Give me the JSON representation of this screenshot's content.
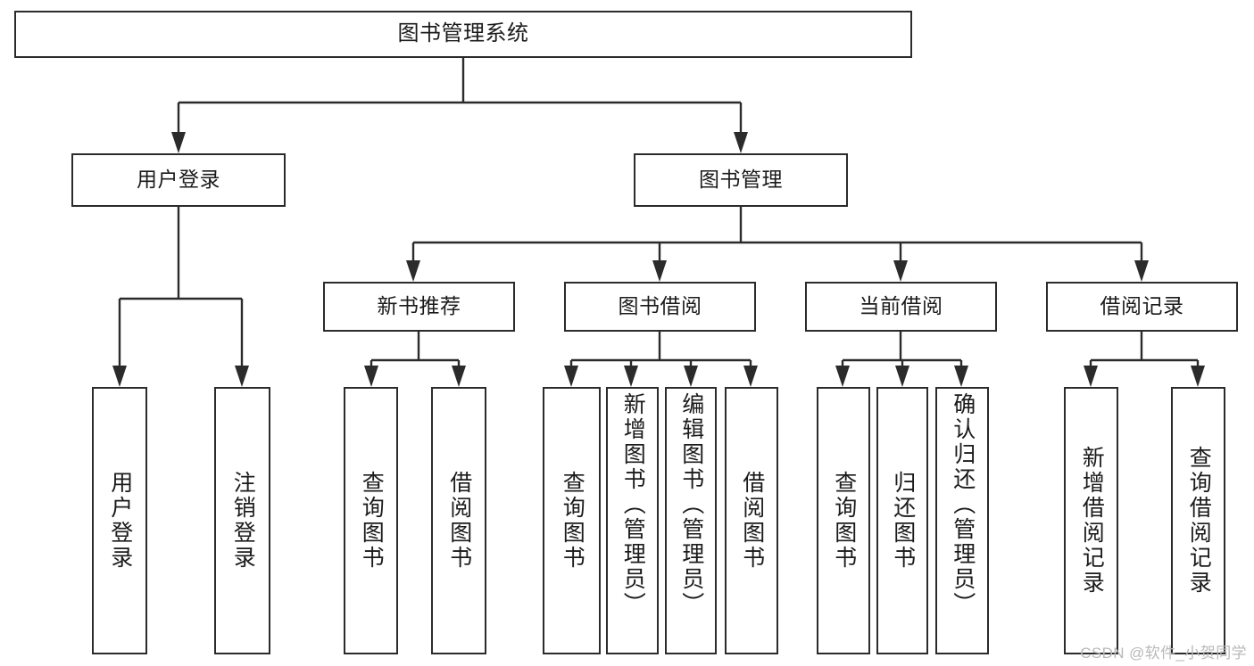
{
  "diagram": {
    "type": "tree-hierarchy",
    "title": "图书管理系统",
    "watermark": "CSDN @软件_小贺同学",
    "colors": {
      "stroke": "#2b2b2b",
      "background": "#ffffff",
      "text": "#1b1b1b",
      "watermark": "#b9b9b9"
    },
    "levels": {
      "root": "图书管理系统",
      "level2": [
        "用户登录",
        "图书管理"
      ],
      "level3": [
        "新书推荐",
        "图书借阅",
        "当前借阅",
        "借阅记录"
      ],
      "level4": [
        "用户登录",
        "注销登录",
        "查询图书",
        "借阅图书",
        "查询图书",
        "新增图书（管理员）",
        "编辑图书（管理员）",
        "借阅图书",
        "查询图书",
        "归还图书",
        "确认归还（管理员）",
        "新增借阅记录",
        "查询借阅记录"
      ]
    },
    "nodes": {
      "root": {
        "label": "图书管理系统"
      },
      "user_login": {
        "label": "用户登录"
      },
      "book_manage": {
        "label": "图书管理"
      },
      "new_book_rec": {
        "label": "新书推荐"
      },
      "book_borrow": {
        "label": "图书借阅"
      },
      "current_borrow": {
        "label": "当前借阅"
      },
      "borrow_record": {
        "label": "借阅记录"
      },
      "leaf_user_login": {
        "label": "用户登录"
      },
      "leaf_user_logout": {
        "label": "注销登录"
      },
      "leaf_query_book_1": {
        "label": "查询图书"
      },
      "leaf_borrow_book_1": {
        "label": "借阅图书"
      },
      "leaf_query_book_2": {
        "label": "查询图书"
      },
      "leaf_add_book": {
        "label": "新增图书（管理员）"
      },
      "leaf_edit_book": {
        "label": "编辑图书（管理员）"
      },
      "leaf_borrow_book_2": {
        "label": "借阅图书"
      },
      "leaf_query_book_3": {
        "label": "查询图书"
      },
      "leaf_return_book": {
        "label": "归还图书"
      },
      "leaf_confirm_return": {
        "label": "确认归还（管理员）"
      },
      "leaf_add_record": {
        "label": "新增借阅记录"
      },
      "leaf_query_record": {
        "label": "查询借阅记录"
      }
    },
    "edges": [
      {
        "from": "root",
        "to": "user_login"
      },
      {
        "from": "root",
        "to": "book_manage"
      },
      {
        "from": "user_login",
        "to": "leaf_user_login"
      },
      {
        "from": "user_login",
        "to": "leaf_user_logout"
      },
      {
        "from": "book_manage",
        "to": "new_book_rec"
      },
      {
        "from": "book_manage",
        "to": "book_borrow"
      },
      {
        "from": "book_manage",
        "to": "current_borrow"
      },
      {
        "from": "book_manage",
        "to": "borrow_record"
      },
      {
        "from": "new_book_rec",
        "to": "leaf_query_book_1"
      },
      {
        "from": "new_book_rec",
        "to": "leaf_borrow_book_1"
      },
      {
        "from": "book_borrow",
        "to": "leaf_query_book_2"
      },
      {
        "from": "book_borrow",
        "to": "leaf_add_book"
      },
      {
        "from": "book_borrow",
        "to": "leaf_edit_book"
      },
      {
        "from": "book_borrow",
        "to": "leaf_borrow_book_2"
      },
      {
        "from": "current_borrow",
        "to": "leaf_query_book_3"
      },
      {
        "from": "current_borrow",
        "to": "leaf_return_book"
      },
      {
        "from": "current_borrow",
        "to": "leaf_confirm_return"
      },
      {
        "from": "borrow_record",
        "to": "leaf_add_record"
      },
      {
        "from": "borrow_record",
        "to": "leaf_query_record"
      }
    ]
  }
}
